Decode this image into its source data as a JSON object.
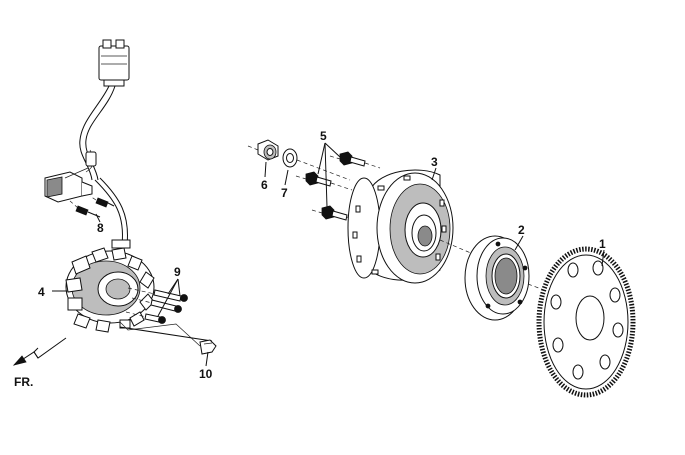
{
  "labels": {
    "p1": "1",
    "p2": "2",
    "p3": "3",
    "p4": "4",
    "p5": "5",
    "p6": "6",
    "p7": "7",
    "p8": "8",
    "p9": "9",
    "p10": "10",
    "fr": "FR."
  }
}
